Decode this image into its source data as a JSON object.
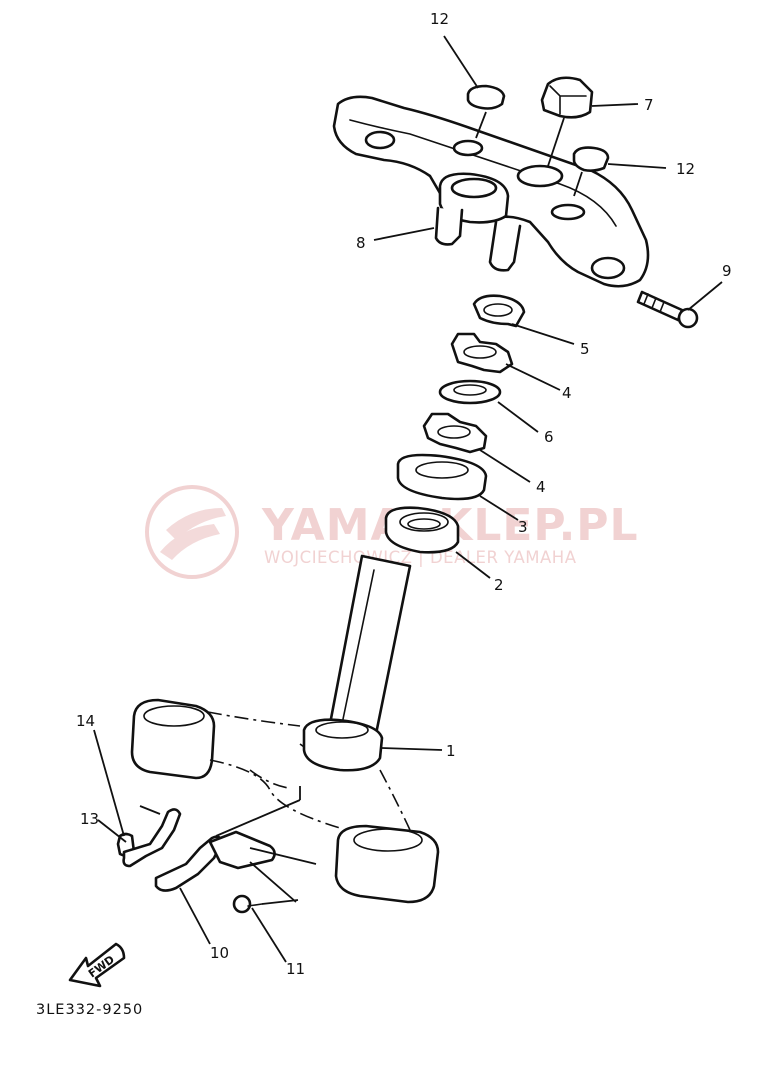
{
  "diagram": {
    "code": "3LE332-9250",
    "fwd_label": "FWD"
  },
  "callouts": {
    "c1": "1",
    "c2": "2",
    "c3": "3",
    "c4a": "4",
    "c4b": "4",
    "c5": "5",
    "c6": "6",
    "c7": "7",
    "c8": "8",
    "c9": "9",
    "c10": "10",
    "c11": "11",
    "c12a": "12",
    "c12b": "12",
    "c13": "13",
    "c14": "14"
  },
  "watermark": {
    "title": "YAMASKLEP.PL",
    "subtitle": "WOJCIECHOWICZ | DEALER YAMAHA",
    "color": "#f1d2d2",
    "icon": "yamaha-logo-icon"
  }
}
